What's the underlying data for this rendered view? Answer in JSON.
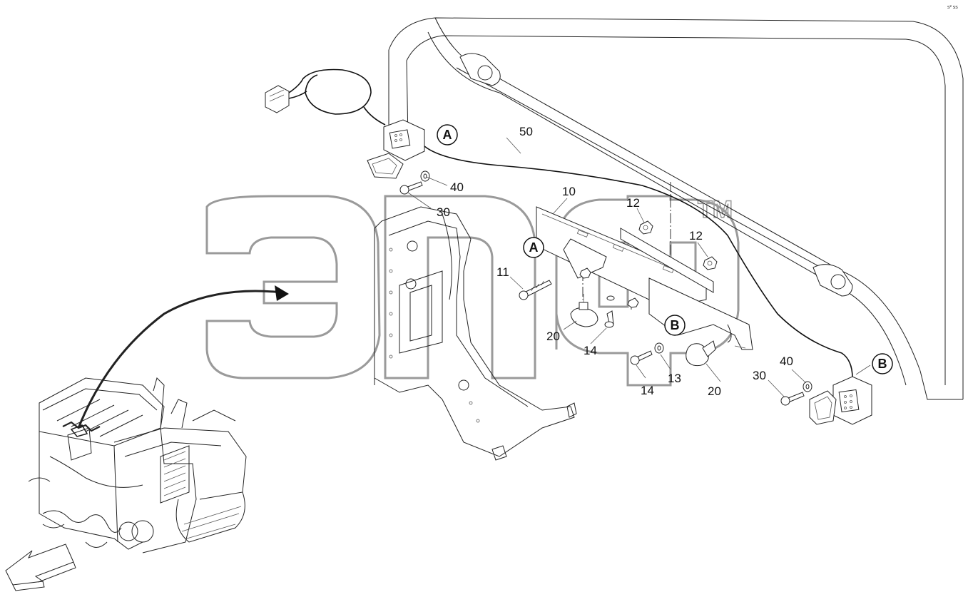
{
  "watermark": {
    "text": "эпф",
    "mark": "TM"
  },
  "corner_code": "s² ss",
  "callouts": [
    {
      "id": "callout-10",
      "text": "10"
    },
    {
      "id": "callout-11",
      "text": "11"
    },
    {
      "id": "callout-12a",
      "text": "12"
    },
    {
      "id": "callout-12b",
      "text": "12"
    },
    {
      "id": "callout-13",
      "text": "13"
    },
    {
      "id": "callout-14a",
      "text": "14"
    },
    {
      "id": "callout-14b",
      "text": "14"
    },
    {
      "id": "callout-20a",
      "text": "20"
    },
    {
      "id": "callout-20b",
      "text": "20"
    },
    {
      "id": "callout-30a",
      "text": "30"
    },
    {
      "id": "callout-30b",
      "text": "30"
    },
    {
      "id": "callout-40a",
      "text": "40"
    },
    {
      "id": "callout-40b",
      "text": "40"
    },
    {
      "id": "callout-50",
      "text": "50"
    }
  ],
  "detail_markers": [
    {
      "id": "marker-a1",
      "text": "A"
    },
    {
      "id": "marker-a2",
      "text": "A"
    },
    {
      "id": "marker-b1",
      "text": "B"
    },
    {
      "id": "marker-b2",
      "text": "B"
    }
  ]
}
